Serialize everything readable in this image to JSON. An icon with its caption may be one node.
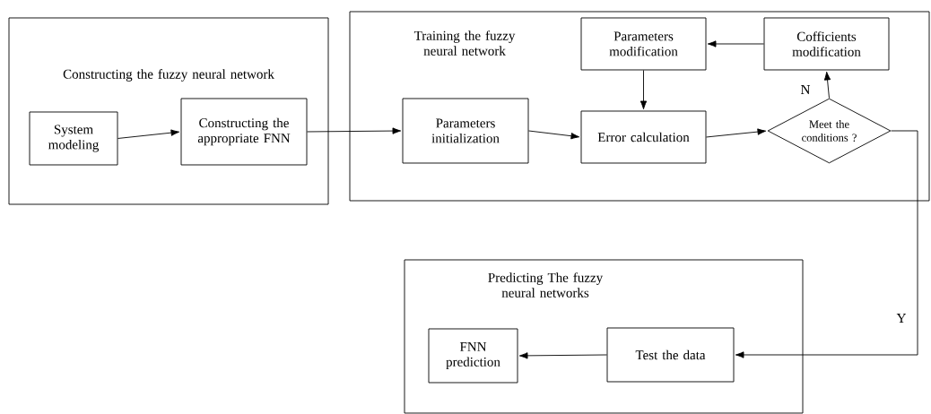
{
  "diagram": {
    "nodes": [
      {
        "text": [
          "Constructing the fuzzy neural network"
        ]
      },
      {
        "text": [
          "System modeling"
        ],
        "in": 0
      },
      {
        "text": [
          "Constructing the appropriate FNN"
        ],
        "in": 0
      },
      {
        "text": [
          "Training the fuzzy neural network"
        ]
      },
      {
        "text": [
          "Parameters initialization"
        ],
        "in": 3
      },
      {
        "text": [
          "Parameters modification"
        ],
        "in": 3
      },
      {
        "text": [
          "Cofficients modification"
        ],
        "in": 3
      },
      {
        "text": [
          "Error calculation"
        ],
        "in": 3
      },
      {
        "text": [
          "Meet the conditions ?"
        ],
        "in": 3
      },
      {
        "text": [
          "Predicting The fuzzy neural networks"
        ]
      },
      {
        "text": [
          "FNN prediction"
        ],
        "in": 9
      },
      {
        "text": [
          "Test the data"
        ],
        "in": 9
      }
    ],
    "edges": [
      {
        "from": 1,
        "to": 2,
        "arrow": "to"
      },
      {
        "from": 2,
        "to": 4,
        "arrow": "to"
      },
      {
        "from": 4,
        "to": 7,
        "arrow": "to"
      },
      {
        "from": 7,
        "to": 8,
        "arrow": "to"
      },
      {
        "from": 8,
        "to": 6,
        "arrow": "to",
        "label": "N"
      },
      {
        "from": 6,
        "to": 5,
        "arrow": "to"
      },
      {
        "from": 5,
        "to": 7,
        "arrow": "to"
      },
      {
        "from": 8,
        "to": 11,
        "arrow": "to",
        "label": "Y"
      },
      {
        "from": 11,
        "to": 10,
        "arrow": "to"
      }
    ]
  }
}
